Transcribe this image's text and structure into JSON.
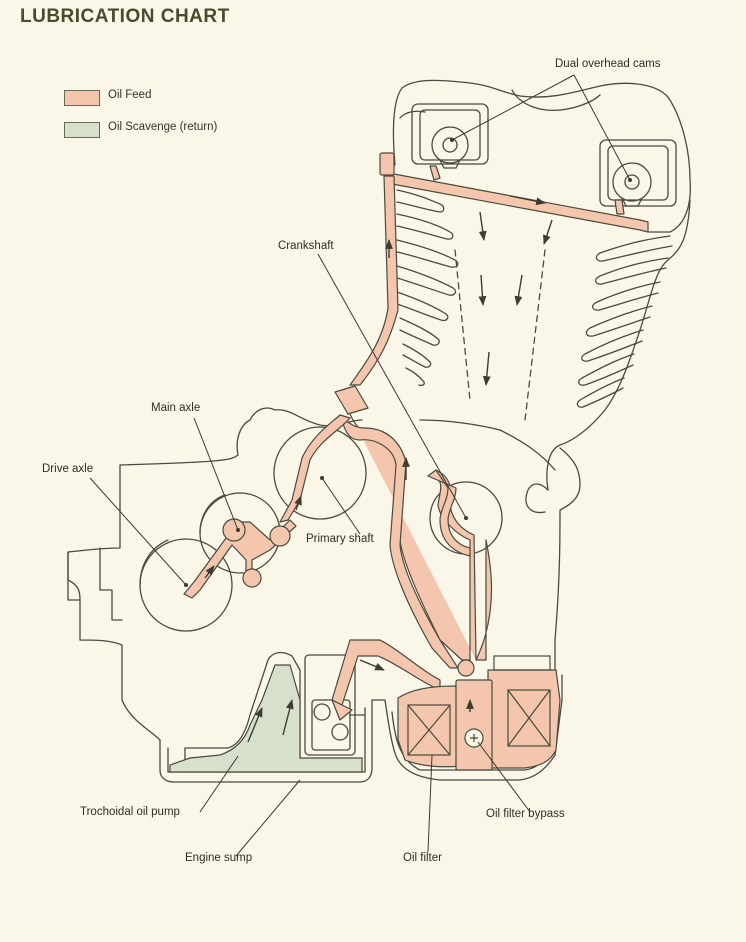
{
  "title": "LUBRICATION CHART",
  "legend": [
    {
      "label": "Oil Feed",
      "color": "#f3c6ad"
    },
    {
      "label": "Oil Scavenge (return)",
      "color": "#d6e0cb"
    }
  ],
  "labels": {
    "dual_cams": "Dual overhead cams",
    "crankshaft": "Crankshaft",
    "main_axle": "Main axle",
    "drive_axle": "Drive axle",
    "primary_shaft": "Primary shaft",
    "trochoidal_pump": "Trochoidal oil pump",
    "engine_sump": "Engine sump",
    "oil_filter": "Oil filter",
    "oil_filter_bypass": "Oil filter bypass"
  },
  "colors": {
    "line": "#4a4a3e",
    "feed": "#f3c6ad",
    "feed_dark": "#e8a98c",
    "scavenge": "#d6e0cb",
    "background": "#fbf7e8"
  }
}
